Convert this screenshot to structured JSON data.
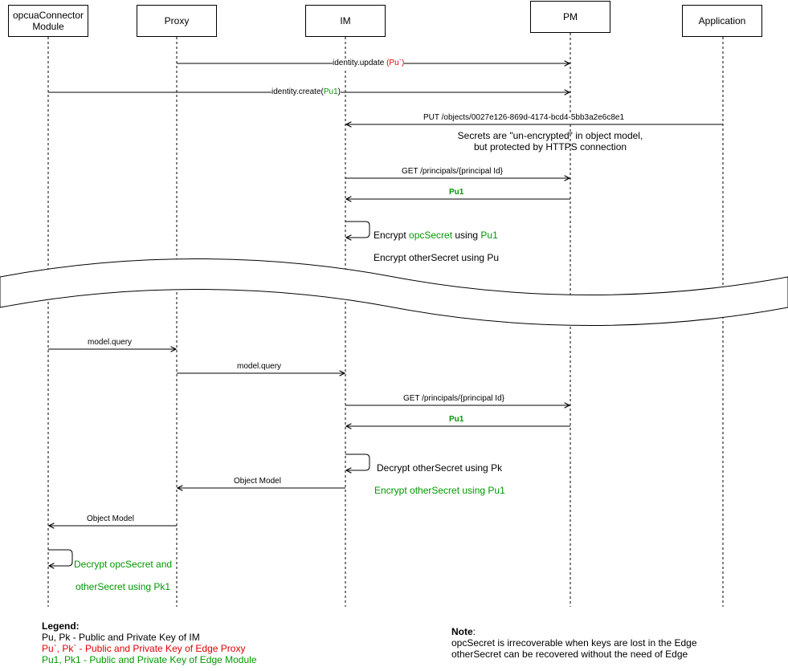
{
  "actors": [
    {
      "id": "opcua",
      "label": "opcuaConnector\nModule"
    },
    {
      "id": "proxy",
      "label": "Proxy"
    },
    {
      "id": "im",
      "label": "IM"
    },
    {
      "id": "pm",
      "label": "PM"
    },
    {
      "id": "app",
      "label": "Application"
    }
  ],
  "messages": {
    "m1": {
      "text": "identity.update ",
      "colored": "(Pu`)"
    },
    "m2": {
      "text": "identity.create(",
      "colored": "Pu1",
      "suffix": ")"
    },
    "m3": {
      "text": "PUT /objects/0027e126-869d-4174-bcd4-5bb3a2e6c8e1"
    },
    "m3note": "Secrets are \"un-encrypted\" in object model,\nbut protected by HTTPS connection",
    "m4": {
      "text": "GET /principals/{principal Id}"
    },
    "m5": {
      "text": "Pu1"
    },
    "self1": {
      "line1_a": "Encrypt ",
      "line1_b": "opcSecret",
      "line1_c": " using ",
      "line1_d": "Pu1",
      "line2": "Encrypt otherSecret using Pu"
    },
    "m6": {
      "text": "model.query"
    },
    "m7": {
      "text": "model.query"
    },
    "m8": {
      "text": "GET /principals/{principal Id}"
    },
    "m9": {
      "text": "Pu1"
    },
    "self2": {
      "line1": "Decrypt otherSecret using Pk",
      "line2": "Encrypt otherSecret using Pu1"
    },
    "m10": {
      "text": "Object Model"
    },
    "m11": {
      "text": "Object Model"
    },
    "self3": {
      "line1": "Decrypt opcSecret and",
      "line2": "otherSecret using Pk1"
    }
  },
  "legend": {
    "title": "Legend:",
    "line1": "Pu, Pk - Public and Private Key of IM",
    "line2": "Pu`, Pk` - Public and Private Key of Edge Proxy",
    "line3": "Pu1, Pk1 - Public and Private Key of Edge Module"
  },
  "note": {
    "title": "Note",
    "colon": ":",
    "line1": "opcSecret is irrecoverable when keys are lost in the Edge",
    "line2": "otherSecret can be recovered without the need of Edge"
  },
  "colors": {
    "green": "#009900",
    "red": "#e00000",
    "line": "#000000"
  }
}
